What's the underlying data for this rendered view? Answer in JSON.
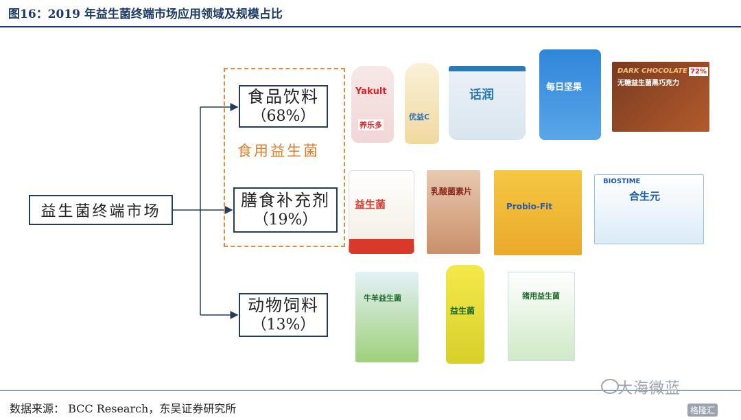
{
  "header": {
    "title": "图16：2019 年益生菌终端市场应用领域及规模占比"
  },
  "diagram": {
    "root": "益生菌终端市场",
    "group_label": "食用益生菌",
    "branches": [
      {
        "name": "食品饮料",
        "share": "（68%）"
      },
      {
        "name": "膳食补充剂",
        "share": "（19%）"
      },
      {
        "name": "动物饲料",
        "share": "（13%）"
      }
    ]
  },
  "products": {
    "food": [
      "Yakult",
      "养乐多",
      "优益C",
      "话润",
      "每日坚果",
      "DARK CHOCOLATE",
      "无糖益生菌黑巧克力",
      "72%"
    ],
    "supplement": [
      "益生菌",
      "乳酸菌素片",
      "Probio-Fit",
      "BIOSTIME",
      "合生元"
    ],
    "feed": [
      "牛羊益生菌",
      "益生菌",
      "猪用益生菌"
    ]
  },
  "footer": {
    "source": "数据来源：  BCC Research，东吴证券研究所"
  },
  "watermark": {
    "text": "大海微蓝",
    "brand": "格隆汇"
  },
  "colors": {
    "accent": "#1f3b64",
    "dashed": "#e08a3c",
    "box_border": "#233b5c"
  }
}
